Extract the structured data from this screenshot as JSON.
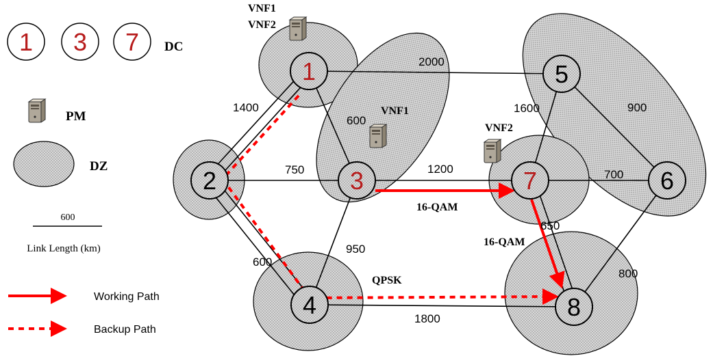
{
  "legend": {
    "dc_nodes": [
      "1",
      "3",
      "7"
    ],
    "dc_label": "DC",
    "pm_label": "PM",
    "dz_label": "DZ",
    "scale_value": "600",
    "scale_caption": "Link Length (km)",
    "working_label": "Working Path",
    "backup_label": "Backup Path"
  },
  "colors": {
    "accent_red": "#b71c1c",
    "path_red": "#ff0000",
    "zone_fill": "#d9d9d9",
    "line": "#000000"
  },
  "nodes": {
    "n1": "1",
    "n2": "2",
    "n3": "3",
    "n4": "4",
    "n5": "5",
    "n6": "6",
    "n7": "7",
    "n8": "8"
  },
  "links": {
    "l1_2": "1400",
    "l1_5": "2000",
    "l1_3": "600",
    "l2_3": "750",
    "l3_7": "1200",
    "l5_7": "1600",
    "l5_6": "900",
    "l7_6": "700",
    "l7_8": "650",
    "l3_4": "950",
    "l2_4": "600",
    "l6_8": "800",
    "l4_8": "1800"
  },
  "vnf": {
    "node1_a": "VNF1",
    "node1_b": "VNF2",
    "node3": "VNF1",
    "node7": "VNF2"
  },
  "modulation": {
    "m3_7": "16-QAM",
    "m7_8": "16-QAM",
    "m4_8": "QPSK"
  }
}
